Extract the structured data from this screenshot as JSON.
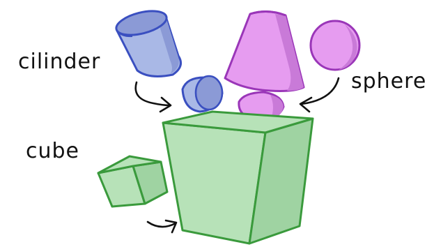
{
  "labels": {
    "cylinder": "cilinder",
    "sphere": "sphere",
    "cube": "cube"
  },
  "colors": {
    "blue_fill": "#a9b8e6",
    "blue_dark": "#8b9ad6",
    "blue_stroke": "#3a4fc0",
    "purple_fill": "#e69cf0",
    "purple_dark": "#c97ad8",
    "purple_stroke": "#9a36b8",
    "green_fill": "#b7e2b8",
    "green_dark": "#9fd3a2",
    "green_stroke": "#3a9a3c",
    "ink": "#111111"
  }
}
